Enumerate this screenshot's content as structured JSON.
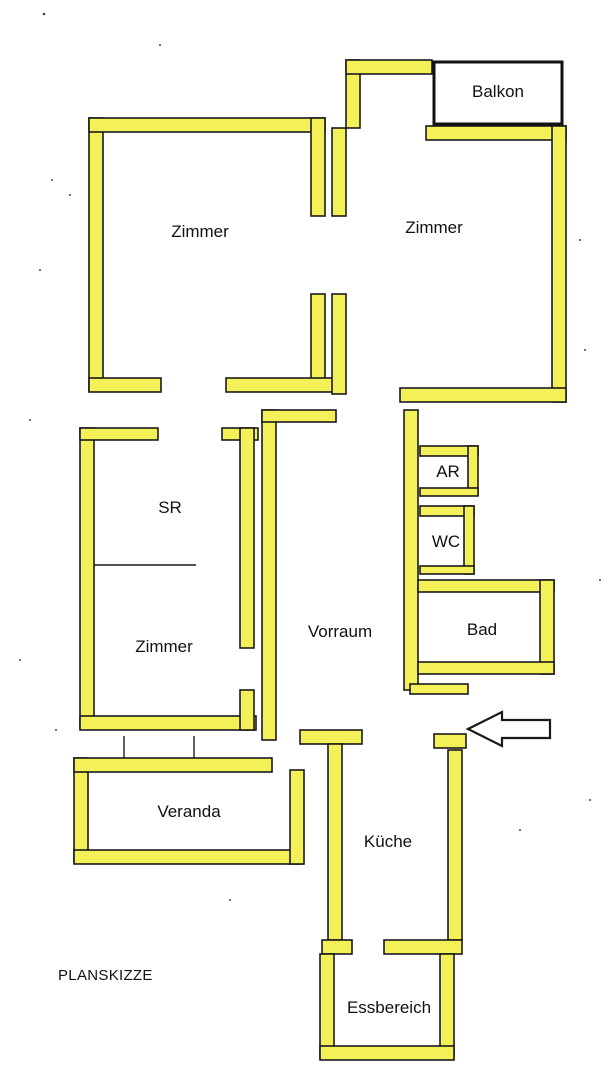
{
  "plan": {
    "caption": "PLANSKIZZE",
    "rooms": {
      "balcony": "Balkon",
      "room_left": "Zimmer",
      "room_right": "Zimmer",
      "storage_room": "SR",
      "room_middle": "Zimmer",
      "hallway": "Vorraum",
      "utility_room": "AR",
      "toilet": "WC",
      "bathroom": "Bad",
      "veranda": "Veranda",
      "kitchen": "Küche",
      "dining_area": "Essbereich"
    },
    "colors": {
      "wall_fill": "#f4f058",
      "outline": "#1a1a1a",
      "background": "#ffffff"
    },
    "icons": {
      "entrance": "entrance-arrow-icon"
    }
  }
}
